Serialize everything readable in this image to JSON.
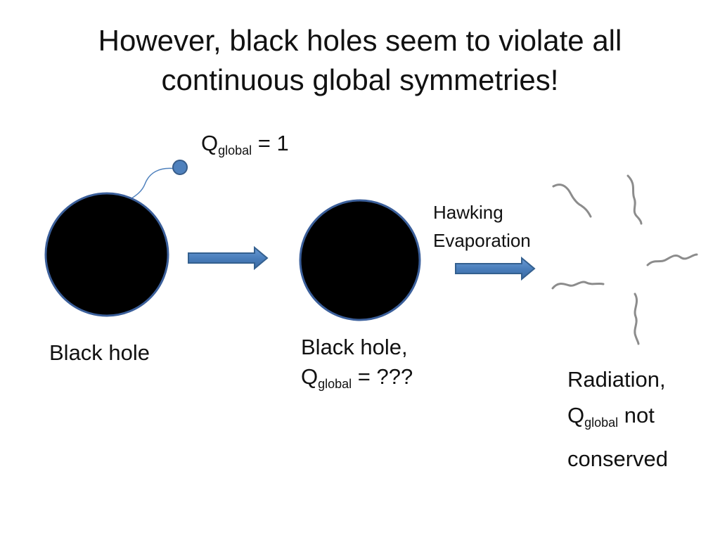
{
  "title": {
    "line1": "However, black holes seem to violate all",
    "line2": "continuous global symmetries!"
  },
  "charge_label": {
    "symbol": "Q",
    "subscript": "global",
    "value": " = 1"
  },
  "black_hole_1": {
    "label": "Black hole"
  },
  "black_hole_2": {
    "line1": "Black hole,",
    "symbol": "Q",
    "subscript": "global",
    "value": " = ???"
  },
  "process": {
    "line1": "Hawking",
    "line2": "Evaporation"
  },
  "radiation": {
    "line1": "Radiation,",
    "symbol": "Q",
    "subscript": "global",
    "rest": " not",
    "line3": "conserved"
  },
  "colors": {
    "black_hole_fill": "#000000",
    "black_hole_stroke": "#3b5f9a",
    "arrow_fill": "#4a7ebb",
    "arrow_stroke": "#34608f",
    "particle_fill": "#4f81bd",
    "radiation_stroke": "#8c8c8c"
  }
}
